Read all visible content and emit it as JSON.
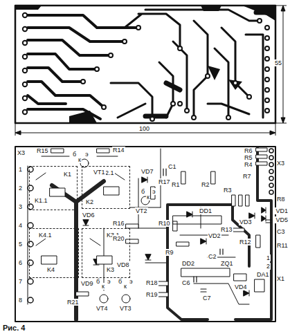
{
  "diagram": {
    "caption": "Рис. 4",
    "nodes": [
      {
        "text": [
          "K1",
          "K1.1"
        ]
      },
      {
        "text": [
          "K2.1",
          "K2"
        ]
      },
      {
        "text": [
          "K4.1",
          "K4"
        ]
      },
      {
        "text": [
          "K3.1",
          "K3"
        ]
      }
    ],
    "labels": [
      "100",
      "55",
      "X3",
      "1",
      "2",
      "3",
      "4",
      "5",
      "6",
      "7",
      "8",
      "R15",
      "б",
      "к",
      "э",
      "VT1",
      "R14",
      "C1",
      "R6",
      "R5",
      "R4",
      "X3",
      "VD7",
      "R17",
      "R1",
      "R2",
      "R7",
      "R3",
      "б",
      "к",
      "э",
      "VT2",
      "R8",
      "VD6",
      "DD1",
      "VD1",
      "VD5",
      "VD3",
      "R16",
      "R10",
      "VD2",
      "C3",
      "R20",
      "R9",
      "R13",
      "R12",
      "R11",
      "C2",
      "VD8",
      "VD9",
      "DD2",
      "C6",
      "ZQ1",
      "VD4",
      "DA1",
      "1",
      "2",
      "X1",
      "C7",
      "R18",
      "R21",
      "б",
      "к",
      "э",
      "б",
      "к",
      "э",
      "VT4",
      "VT3",
      "R19"
    ]
  }
}
